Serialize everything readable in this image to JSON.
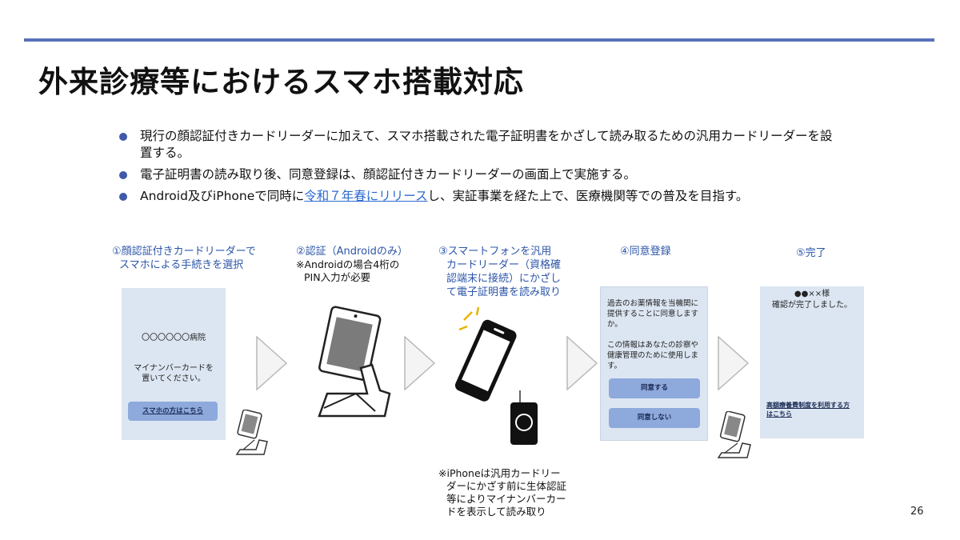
{
  "title": "外来診療等におけるスマホ搭載対応",
  "bullets": [
    {
      "text": "現行の顔認証付きカードリーダーに加えて、スマホ搭載された電子証明書をかざして読み取るための汎用カードリーダーを設置する。"
    },
    {
      "text": "電子証明書の読み取り後、同意登録は、顔認証付きカードリーダーの画面上で実施する。"
    },
    {
      "pre": "Android及びiPhoneで同時に",
      "link": "令和７年春にリリース",
      "post": "し、実証事業を経た上で、医療機関等での普及を目指す。"
    }
  ],
  "steps": [
    {
      "line1": "①顔認証付きカードリーダーで",
      "line2": "スマホによる手続きを選択"
    },
    {
      "line1": "②認証（Androidのみ）"
    },
    {
      "line1": "③スマートフォンを汎用",
      "line2": "カードリーダー（資格確",
      "line3": "認端末に接続）にかざし",
      "line4": "て電子証明書を読み取り"
    },
    {
      "line1": "④同意登録"
    },
    {
      "line1": "⑤完了"
    }
  ],
  "android_note": {
    "line1": "※Androidの場合4桁の",
    "line2": "PIN入力が必要"
  },
  "iphone_note": {
    "line1": "※iPhoneは汎用カードリー",
    "line2": "ダーにかざす前に生体認証",
    "line3": "等によりマイナンバーカー",
    "line4": "ドを表示して読み取り"
  },
  "screen1": {
    "hospital": "〇〇〇〇〇〇病院",
    "instruction1": "マイナンバーカードを",
    "instruction2": "置いてください。",
    "button": "スマホの方はこちら"
  },
  "screen4": {
    "text1": "過去のお薬情報を当機関に",
    "text2": "提供することに同意します",
    "text3": "か。",
    "text4": "この情報はあなたの診察や",
    "text5": "健康管理のために使用しま",
    "text6": "す。",
    "agree": "同意する",
    "disagree": "同意しない"
  },
  "screen5": {
    "name": "●●××様",
    "message": "確認が完了しました。",
    "link1": "高額療養費制度を利用する方",
    "link2": "はこちら"
  },
  "page_number": "26",
  "colors": {
    "accent": "#5b72b8",
    "step_label": "#2c55a8",
    "panel": "#dce6f2",
    "button": "#8eaadc",
    "link": "#2d6ad0"
  }
}
